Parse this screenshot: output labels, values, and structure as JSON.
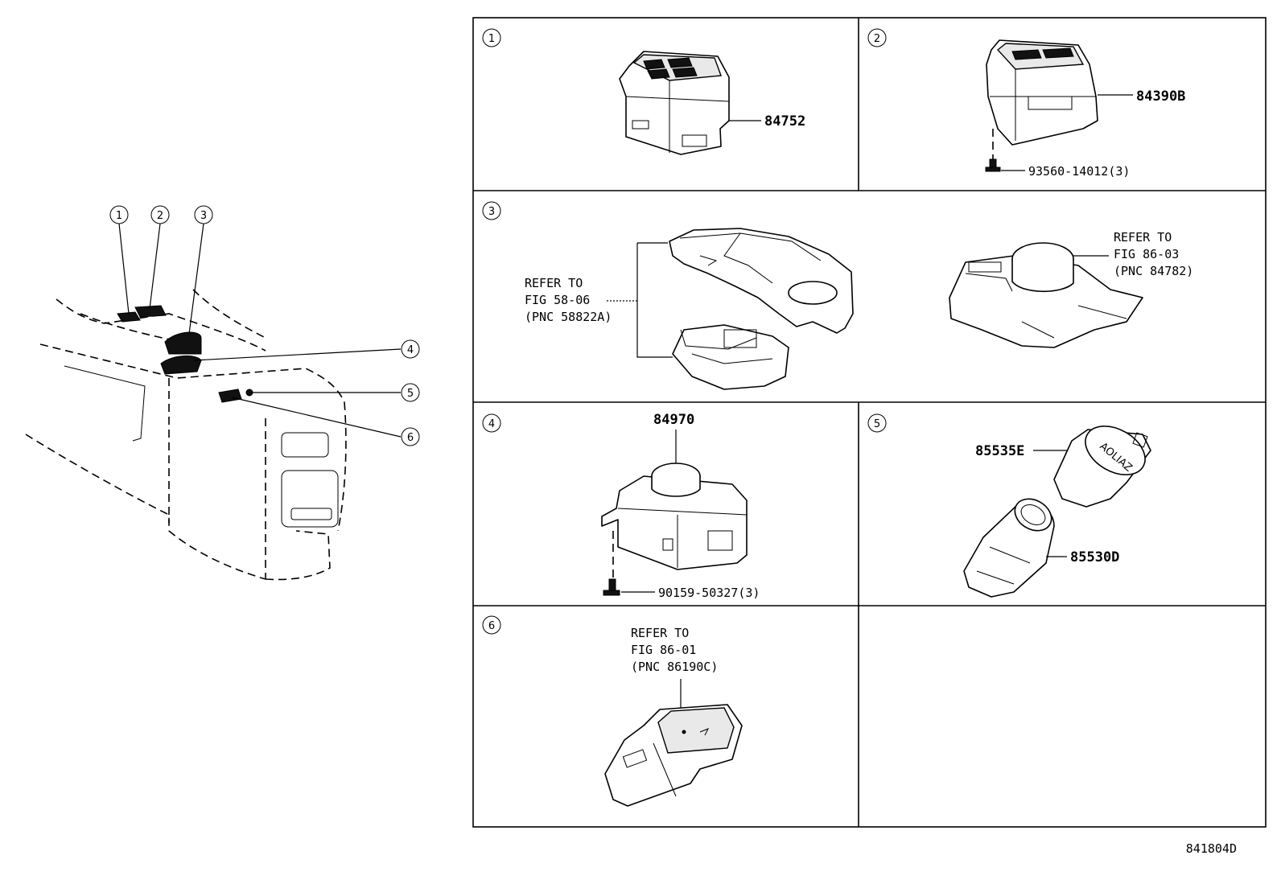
{
  "callouts": [
    "1",
    "2",
    "3",
    "4",
    "5",
    "6"
  ],
  "panels": {
    "p1": {
      "number": "1",
      "part_number": "84752"
    },
    "p2": {
      "number": "2",
      "part_number": "84390B",
      "fastener": "93560-14012(3)"
    },
    "p3": {
      "number": "3",
      "ref_left": [
        "REFER TO",
        "FIG 58-06",
        "(PNC 58822A)"
      ],
      "ref_right": [
        "REFER TO",
        "FIG 86-03",
        "(PNC 84782)"
      ]
    },
    "p4": {
      "number": "4",
      "part_number": "84970",
      "fastener": "90159-50327(3)"
    },
    "p5": {
      "number": "5",
      "part_a": "85535E",
      "part_b": "85530D"
    },
    "p6": {
      "number": "6",
      "ref": [
        "REFER TO",
        "FIG 86-01",
        "(PNC 86190C)"
      ]
    }
  },
  "figure_id": "841804D"
}
